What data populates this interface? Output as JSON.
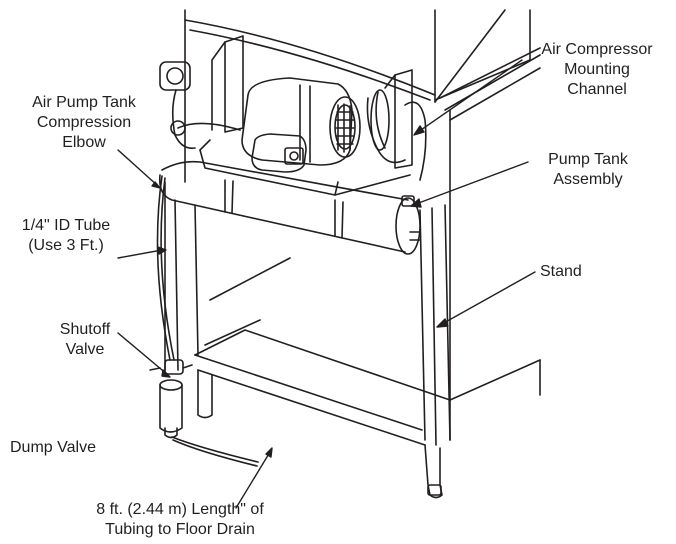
{
  "colors": {
    "ink": "#231f20",
    "paper": "#ffffff"
  },
  "labels": {
    "air_pump_tank_elbow": [
      "Air Pump Tank",
      "Compression",
      "Elbow"
    ],
    "id_tube": [
      "1/4\" ID Tube",
      "(Use 3 Ft.)"
    ],
    "shutoff_valve": [
      "Shutoff",
      "Valve"
    ],
    "dump_valve": [
      "Dump Valve"
    ],
    "tubing": [
      "8 ft. (2.44 m) Length\" of",
      "Tubing to Floor Drain"
    ],
    "air_compressor_channel": [
      "Air Compressor",
      "Mounting",
      "Channel"
    ],
    "pump_tank_assembly": [
      "Pump Tank",
      "Assembly"
    ],
    "stand": [
      "Stand"
    ]
  }
}
